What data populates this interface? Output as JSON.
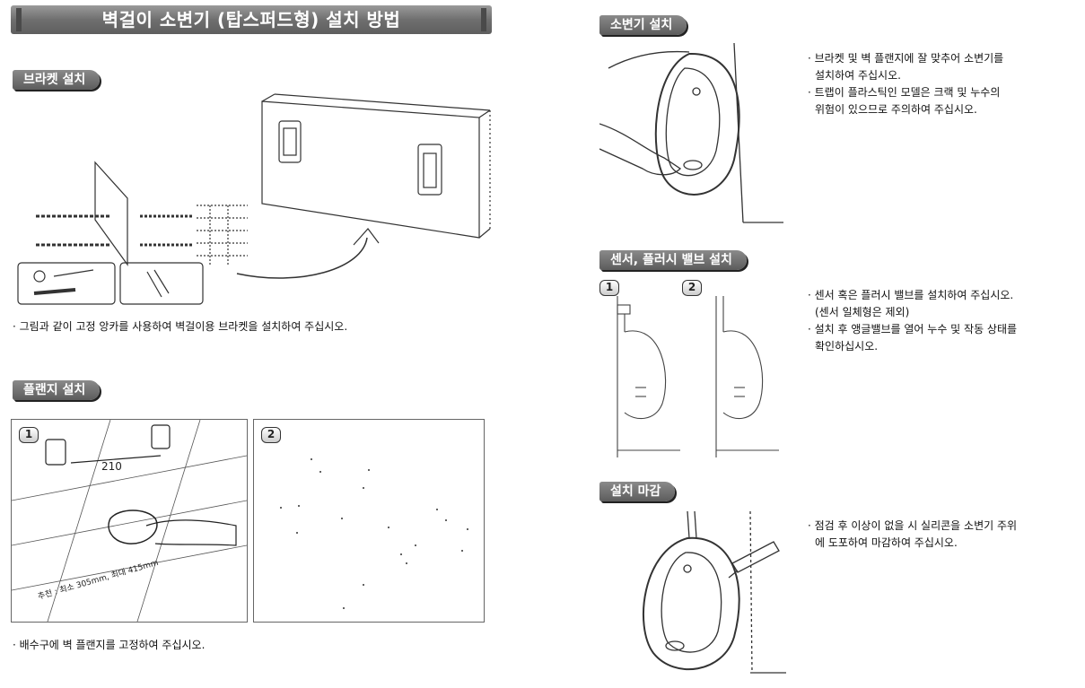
{
  "title": "벽걸이 소변기 (탑스퍼드형) 설치 방법",
  "sections": {
    "bracket": {
      "heading": "브라켓 설치",
      "text": "· 그림과 같이 고정 앙카를 사용하여 벽걸이용 브라켓을 설치하여 주십시오."
    },
    "flange": {
      "heading": "플랜지 설치",
      "step1": "1",
      "step2": "2",
      "dimension": "210",
      "recommend": "추천 : 최소 305mm, 최대 415mm",
      "text": "· 배수구에 벽 플랜지를 고정하여 주십시오."
    },
    "urinal": {
      "heading": "소변기 설치",
      "line1": "· 브라켓 및 벽 플랜지에 잘 맞추어 소변기를",
      "line2": "설치하여 주십시오.",
      "line3": "· 트랩이 플라스틱인 모델은 크랙 및 누수의",
      "line4": "위험이 있으므로 주의하여 주십시오."
    },
    "sensor": {
      "heading": "센서, 플러시 밸브 설치",
      "step1": "1",
      "step2": "2",
      "line1": "· 센서 혹은 플러시 밸브를 설치하여 주십시오.",
      "line2": "(센서 일체형은 제외)",
      "line3": "· 설치 후 앵글밸브를 열어 누수 및 작동 상태를",
      "line4": "확인하십시오."
    },
    "finish": {
      "heading": "설치 마감",
      "line1": "· 점검 후 이상이 없을 시 실리콘을 소변기 주위",
      "line2": "에 도포하여 마감하여 주십시오."
    }
  }
}
